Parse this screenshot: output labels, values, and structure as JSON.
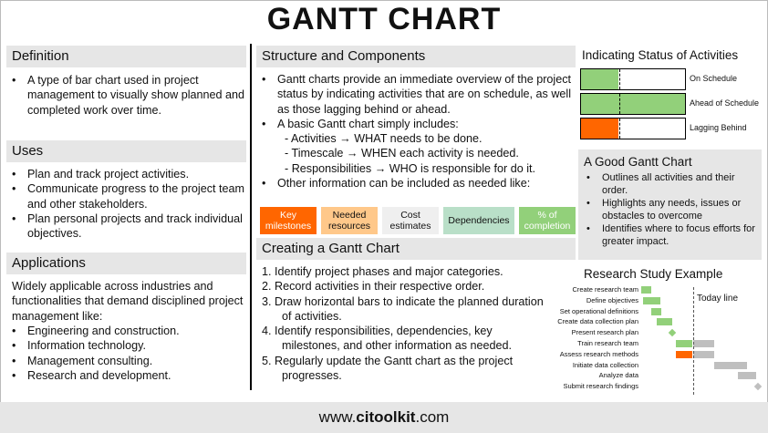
{
  "title": "GANTT CHART",
  "definition": {
    "heading": "Definition",
    "items": [
      "A type of bar chart used in project management to visually show planned and completed work over time."
    ]
  },
  "uses": {
    "heading": "Uses",
    "items": [
      "Plan and track project activities.",
      "Communicate progress to the project team and other stakeholders.",
      "Plan personal projects and track individual objectives."
    ]
  },
  "applications": {
    "heading": "Applications",
    "intro": "Widely applicable across industries and functionalities that demand disciplined project management like:",
    "items": [
      "Engineering and construction.",
      "Information technology.",
      "Management consulting.",
      "Research and development."
    ]
  },
  "structure": {
    "heading": "Structure and Components",
    "items": [
      "Gantt charts provide an immediate overview of the project status by indicating activities that are on schedule, as well as those lagging behind or ahead.",
      "A basic Gantt chart simply includes:"
    ],
    "sub": [
      "- Activities → WHAT needs to be done.",
      "- Timescale → WHEN each activity is needed.",
      "- Responsibilities → WHO is responsible for do it."
    ],
    "other": "Other information can be included as needed like:",
    "tags": [
      {
        "label": "Key milestones",
        "bg": "#ff6600",
        "fg": "#ffffff"
      },
      {
        "label": "Needed resources",
        "bg": "#ffc88a",
        "fg": "#111111"
      },
      {
        "label": "Cost estimates",
        "bg": "#efefef",
        "fg": "#111111"
      },
      {
        "label": "Dependencies",
        "bg": "#b9dfc8",
        "fg": "#111111"
      },
      {
        "label": "% of completion",
        "bg": "#92d07a",
        "fg": "#ffffff"
      }
    ]
  },
  "creating": {
    "heading": "Creating a Gantt Chart",
    "steps": [
      "1.  Identify project phases and major categories.",
      "2.  Record activities in their respective order.",
      "3.  Draw horizontal bars to indicate the planned duration of activities.",
      "4.  Identify responsibilities, dependencies, key milestones, and other information as needed.",
      "5.  Regularly update the  Gantt chart as the project progresses."
    ]
  },
  "status": {
    "heading": "Indicating Status of Activities",
    "rows": [
      {
        "label": "On Schedule",
        "fill": 0.36,
        "color": "#92d07a"
      },
      {
        "label": "Ahead of Schedule",
        "fill": 1.0,
        "color": "#92d07a"
      },
      {
        "label": "Lagging Behind",
        "fill": 0.36,
        "color": "#ff6600"
      }
    ]
  },
  "good": {
    "heading": "A Good Gantt Chart",
    "items": [
      "Outlines all activities and their order.",
      "Highlights any needs, issues or obstacles to overcome",
      "Identifies where to focus efforts for greater impact."
    ]
  },
  "chart_data": {
    "type": "gantt",
    "title": "Research Study Example",
    "today_label": "Today line",
    "today": 17.5,
    "tasks": [
      {
        "name": "Create research team",
        "start": 1,
        "done": 3,
        "remaining": 0
      },
      {
        "name": "Define objectives",
        "start": 1.5,
        "done": 5.5,
        "remaining": 0
      },
      {
        "name": "Set operational definitions",
        "start": 4,
        "done": 3.5,
        "remaining": 0
      },
      {
        "name": "Create data collection plan",
        "start": 6,
        "done": 5,
        "remaining": 0
      },
      {
        "name": "Present research plan",
        "milestone": 11,
        "status": "done"
      },
      {
        "name": "Train research team",
        "start": 12,
        "done": 5.5,
        "remaining": 7
      },
      {
        "name": "Assess research methods",
        "start": 12,
        "done": 5.5,
        "remaining": 7,
        "late": true
      },
      {
        "name": "Initiate data collection",
        "start": 24.5,
        "done": 0,
        "remaining": 10.5
      },
      {
        "name": "Analyze data",
        "start": 32,
        "done": 0,
        "remaining": 6
      },
      {
        "name": "Submit research findings",
        "milestone": 38.5,
        "status": "pending"
      }
    ]
  },
  "footer": {
    "pre": "www.",
    "brand": "citoolkit",
    "post": ".com"
  }
}
